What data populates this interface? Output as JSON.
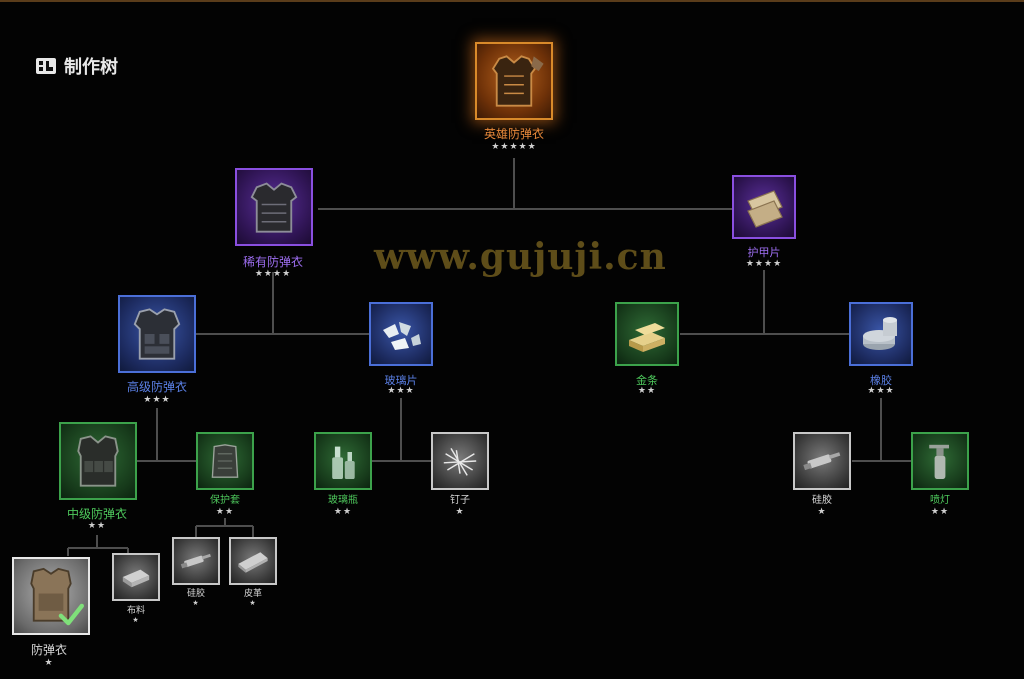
{
  "header": {
    "title": "制作树",
    "icon": "crafting-tree-icon"
  },
  "watermark": "www.gujuji.cn",
  "colors": {
    "legendary": "#e8893a",
    "epic": "#9d6ef0",
    "rare": "#5b80e6",
    "uncommon": "#4ec85c",
    "common": "#d8d8d8"
  },
  "nodes": {
    "hero_vest": {
      "label": "英雄防弹衣",
      "stars": "★★★★★",
      "icon": "hero-vest-icon"
    },
    "rare_vest": {
      "label": "稀有防弹衣",
      "stars": "★★★★",
      "icon": "rare-vest-icon"
    },
    "armor_plate": {
      "label": "护甲片",
      "stars": "★★★★",
      "icon": "armor-plate-icon"
    },
    "advanced_vest": {
      "label": "高级防弹衣",
      "stars": "★★★",
      "icon": "advanced-vest-icon"
    },
    "glass_shard": {
      "label": "玻璃片",
      "stars": "★★★",
      "icon": "glass-shard-icon"
    },
    "gold_bar": {
      "label": "金条",
      "stars": "★★",
      "icon": "gold-bar-icon"
    },
    "rubber": {
      "label": "橡胶",
      "stars": "★★★",
      "icon": "rubber-icon"
    },
    "mid_vest": {
      "label": "中级防弹衣",
      "stars": "★★",
      "icon": "mid-vest-icon"
    },
    "protective_cover": {
      "label": "保护套",
      "stars": "★★",
      "icon": "protective-cover-icon"
    },
    "glass_bottle": {
      "label": "玻璃瓶",
      "stars": "★★",
      "icon": "glass-bottle-icon"
    },
    "nails": {
      "label": "钉子",
      "stars": "★",
      "icon": "nails-icon"
    },
    "silicone_right": {
      "label": "硅胶",
      "stars": "★",
      "icon": "silicone-tube-icon"
    },
    "spray_lamp": {
      "label": "喷灯",
      "stars": "★★",
      "icon": "spray-lamp-icon"
    },
    "basic_vest": {
      "label": "防弹衣",
      "stars": "★",
      "icon": "basic-vest-icon",
      "owned": true
    },
    "cloth": {
      "label": "布料",
      "stars": "★",
      "icon": "cloth-icon"
    },
    "silicone_left": {
      "label": "硅胶",
      "stars": "★",
      "icon": "silicone-tube-icon"
    },
    "leather": {
      "label": "皮革",
      "stars": "★",
      "icon": "leather-icon"
    }
  }
}
